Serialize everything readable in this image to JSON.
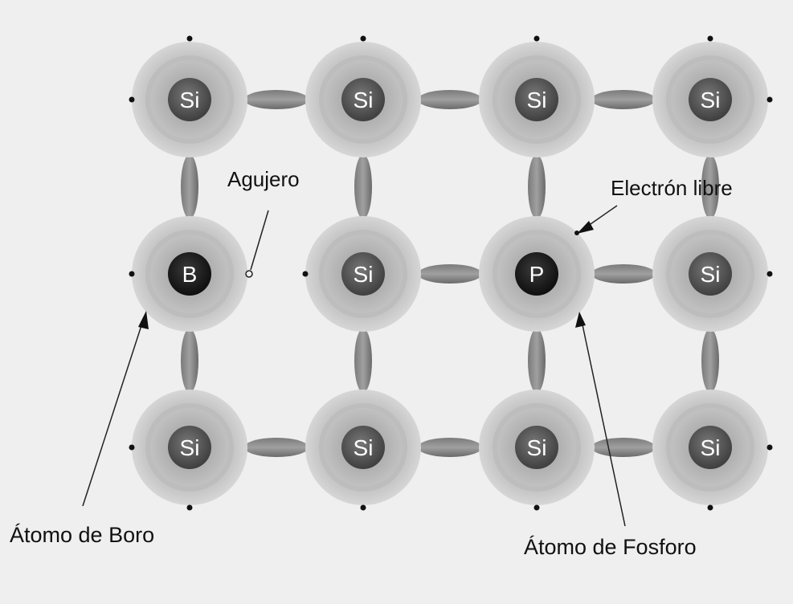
{
  "colors": {
    "background": "#efefef",
    "shell_outer": "#c9c9c9",
    "shell_inner": "#a9a9a9",
    "core_si": "#555555",
    "core_dopant": "#1a1a1a",
    "bond": "#8a8a8a",
    "dot": "#111111",
    "symbol_text": "#ffffff"
  },
  "lattice": {
    "rows": [
      [
        "Si",
        "Si",
        "Si",
        "Si"
      ],
      [
        "B",
        "Si",
        "P",
        "Si"
      ],
      [
        "Si",
        "Si",
        "Si",
        "Si"
      ]
    ],
    "dopants": [
      "B",
      "P"
    ]
  },
  "labels": {
    "hole": "Agujero",
    "free_electron": "Electrón libre",
    "boron_atom": "Átomo de Boro",
    "phosphorus_atom": "Átomo de Fosforo"
  }
}
